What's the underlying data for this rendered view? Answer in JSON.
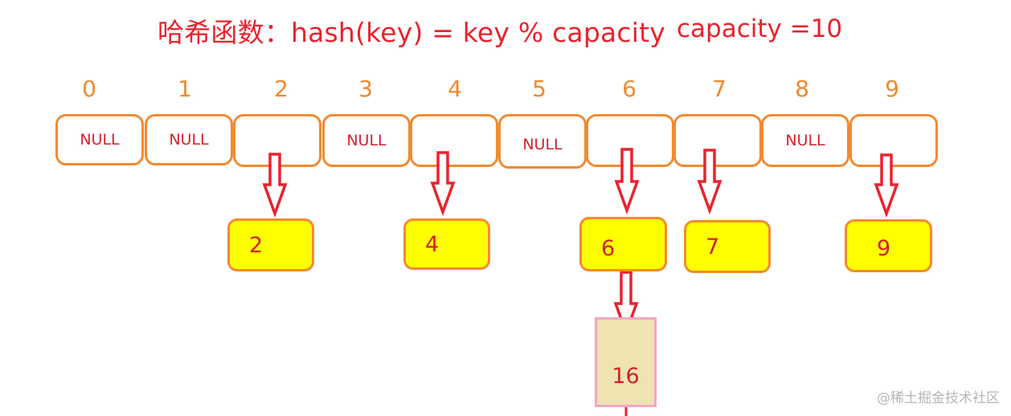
{
  "title": "哈希函数：hash(key) = key % capacity",
  "capacity_note": "capacity =10",
  "indices": [
    "0",
    "1",
    "2",
    "3",
    "4",
    "5",
    "6",
    "7",
    "8",
    "9"
  ],
  "buckets": [
    "NULL",
    "NULL",
    "",
    "NULL",
    "",
    "NULL",
    "",
    "",
    "NULL",
    ""
  ],
  "nodes": [
    "2",
    "4",
    "6",
    "7",
    "9"
  ],
  "chain_node": "16",
  "watermark": "@稀土掘金技术社区",
  "colors": {
    "title_red": "#e8232d",
    "index_orange": "#f0892c",
    "border_orange": "#f28a32",
    "node_fill": "#ffff00",
    "arrow_red": "#e8232d",
    "chain_fill": "#efe3b2",
    "chain_border": "#f4a6c6"
  }
}
